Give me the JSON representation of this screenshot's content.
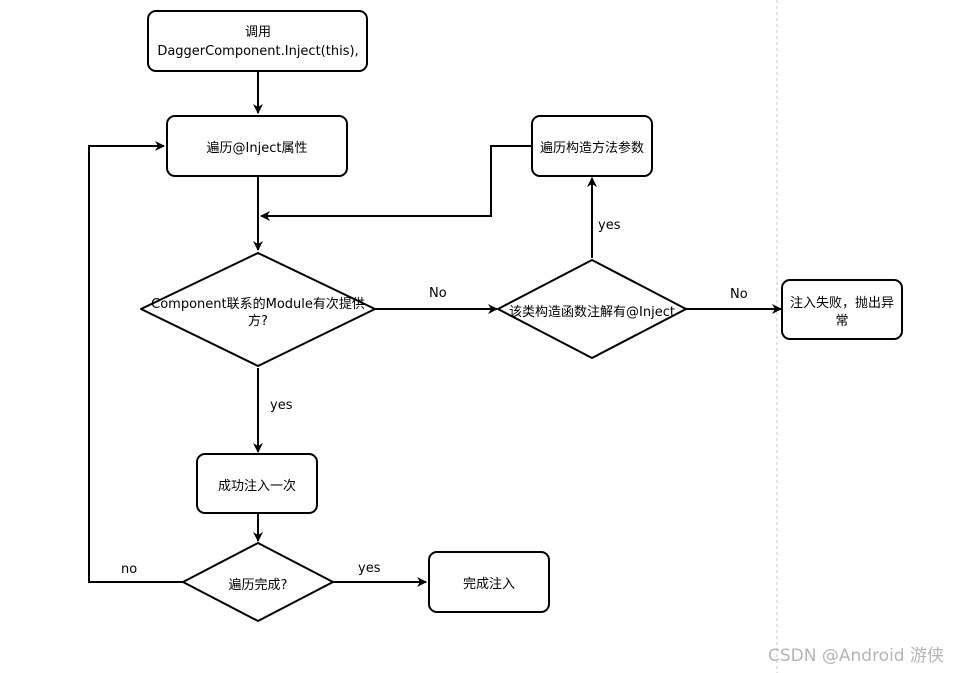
{
  "nodes": {
    "start": [
      "调用",
      "DaggerComponent.Inject(this),"
    ],
    "iterate_fields": [
      "遍历@Inject属性"
    ],
    "module_check": [
      "Component联系的Module有次提供",
      "方?"
    ],
    "ctor_check": [
      "该类构造函数注解有@Inject"
    ],
    "iterate_params": [
      "遍历构造方法参数"
    ],
    "fail": [
      "注入失败，抛出异",
      "常"
    ],
    "inject_once": [
      "成功注入一次"
    ],
    "done_check": [
      "遍历完成?"
    ],
    "finish": [
      "完成注入"
    ]
  },
  "edges": {
    "module_no": "No",
    "module_yes": "yes",
    "ctor_yes": "yes",
    "ctor_no": "No",
    "done_no": "no",
    "done_yes": "yes"
  },
  "watermark": "CSDN @Android 游侠"
}
